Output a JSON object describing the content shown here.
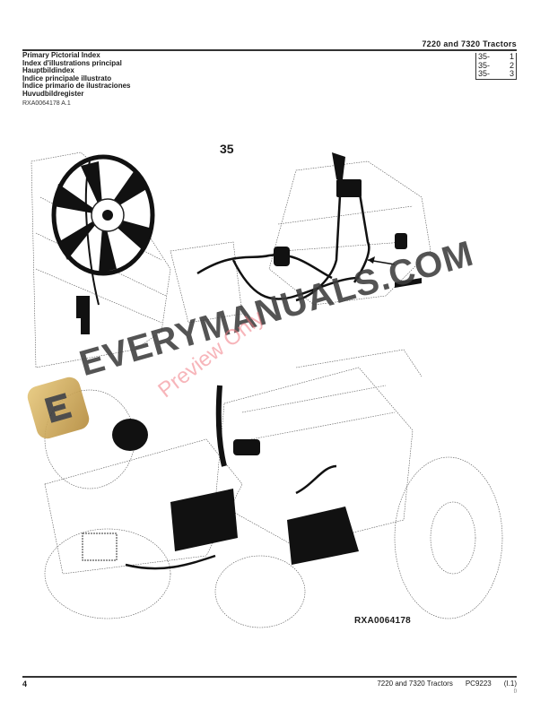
{
  "header": {
    "title": "7220  and  7320  Tractors"
  },
  "index_titles": [
    "Primary Pictorial Index",
    "Index d'illustrations principal",
    "Hauptbildindex",
    "Indice principale illustrato",
    "Índice primario de ilustraciones",
    "Huvudbildregister"
  ],
  "reference_code": "RXA0064178 A.1",
  "page_refs": [
    {
      "section": "35-",
      "page": "1"
    },
    {
      "section": "35-",
      "page": "2"
    },
    {
      "section": "35-",
      "page": "3"
    }
  ],
  "figure": {
    "number": "35",
    "code": "RXA0064178"
  },
  "watermark": {
    "main": "EVERYMANUALS.COM",
    "preview": "Preview Only",
    "logo_icon": "everymanuals-logo-icon",
    "logo_color": "#c9a55a"
  },
  "footer": {
    "page_number": "4",
    "product": "7220 and 7320 Tractors",
    "doc_code": "PC9223",
    "revision": "(I.1)",
    "small_mark": "()"
  }
}
